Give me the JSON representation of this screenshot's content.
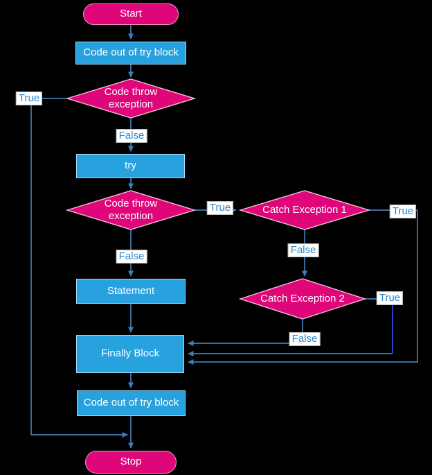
{
  "title": "try-catch-finally exception handling flowchart",
  "colors": {
    "shape_pink": "#DE0679",
    "shape_blue": "#27A2DE",
    "connector": "#3D7EB8",
    "connector_alt": "#2244CC",
    "edge_label_text": "#2E86C8",
    "background": "#000000"
  },
  "nodes": {
    "start": "Start",
    "code_out_top": "Code out of try block",
    "decision1": "Code throw exception",
    "try_block": "try",
    "decision2": "Code throw exception",
    "catch1": "Catch Exception 1",
    "catch2": "Catch Exception 2",
    "statement": "Statement",
    "finally_block": "Finally Block",
    "code_out_bottom": "Code out of try block",
    "stop": "Stop"
  },
  "edge_labels": {
    "decision1_true": "True",
    "decision1_false": "False",
    "decision2_true": "True",
    "decision2_false": "False",
    "catch1_true": "True",
    "catch1_false": "False",
    "catch2_true": "True",
    "catch2_false": "False"
  }
}
